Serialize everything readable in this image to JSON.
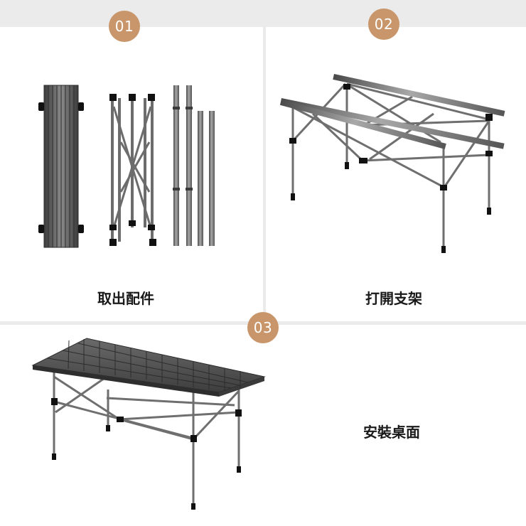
{
  "steps": [
    {
      "number": "01",
      "label": "取出配件"
    },
    {
      "number": "02",
      "label": "打開支架"
    },
    {
      "number": "03",
      "label": "安裝桌面"
    }
  ],
  "colors": {
    "badge": "#c8966a",
    "background": "#ebebeb",
    "panel": "#ffffff",
    "metal": "#6e6e6e",
    "tabletop": "#4a4a4a"
  }
}
